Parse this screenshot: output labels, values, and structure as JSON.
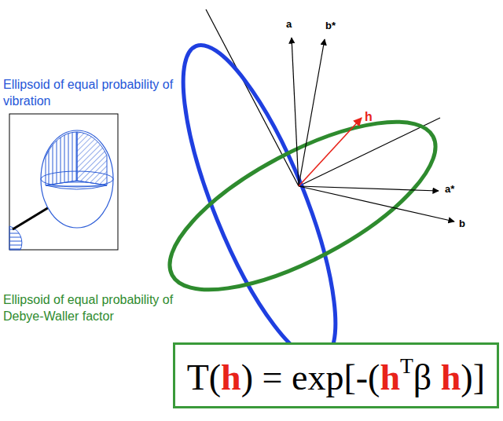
{
  "diagram": {
    "nodes": [
      {
        "text": [
          "T(h) = exp[-(hTβ h)]"
        ]
      }
    ],
    "labels": [
      "Ellipsoid of equal probability of vibration",
      "Ellipsoid of equal probability of Debye-Waller factor",
      "a",
      "b*",
      "h",
      "a*",
      "b"
    ]
  }
}
